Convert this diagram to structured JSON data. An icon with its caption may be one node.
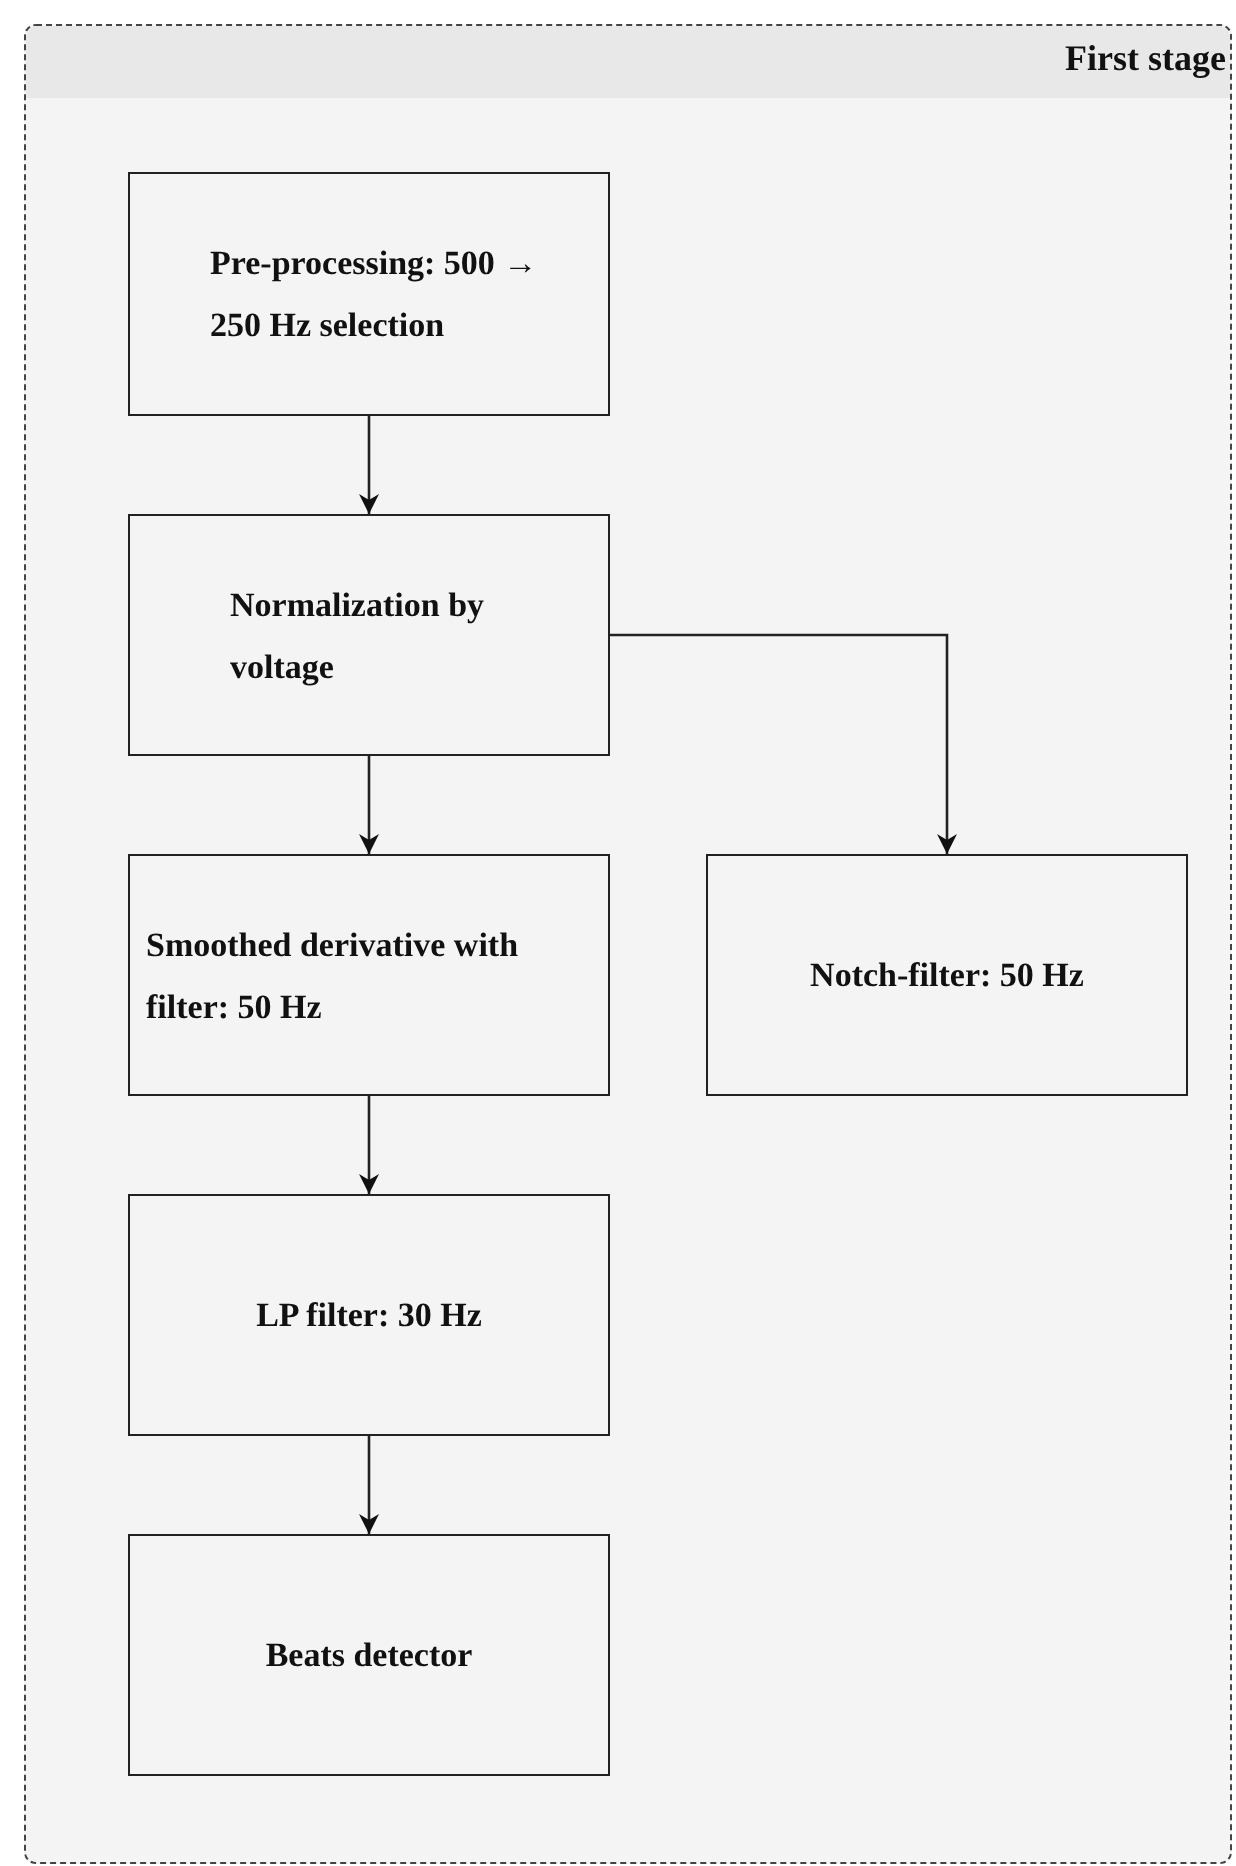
{
  "diagram": {
    "nodes": [
      {
        "text": [
          "First stage"
        ]
      },
      {
        "text": [
          "Pre-processing: 500 → 250 Hz selection"
        ],
        "in": 0
      },
      {
        "text": [
          "Normalization by voltage"
        ],
        "in": 0
      },
      {
        "text": [
          "Smoothed derivative with filter: 50 Hz"
        ],
        "in": 0
      },
      {
        "text": [
          "Notch-filter: 50 Hz"
        ],
        "in": 0
      },
      {
        "text": [
          "LP filter: 30 Hz"
        ],
        "in": 0
      },
      {
        "text": [
          "Beats detector"
        ],
        "in": 0
      }
    ],
    "edges": [
      {
        "from": 1,
        "to": 2,
        "arrow": "to"
      },
      {
        "from": 2,
        "to": 4,
        "arrow": "to"
      },
      {
        "from": 2,
        "to": 3,
        "arrow": "to"
      },
      {
        "from": 3,
        "to": 5,
        "arrow": "to"
      },
      {
        "from": 5,
        "to": 6,
        "arrow": "to"
      }
    ]
  }
}
